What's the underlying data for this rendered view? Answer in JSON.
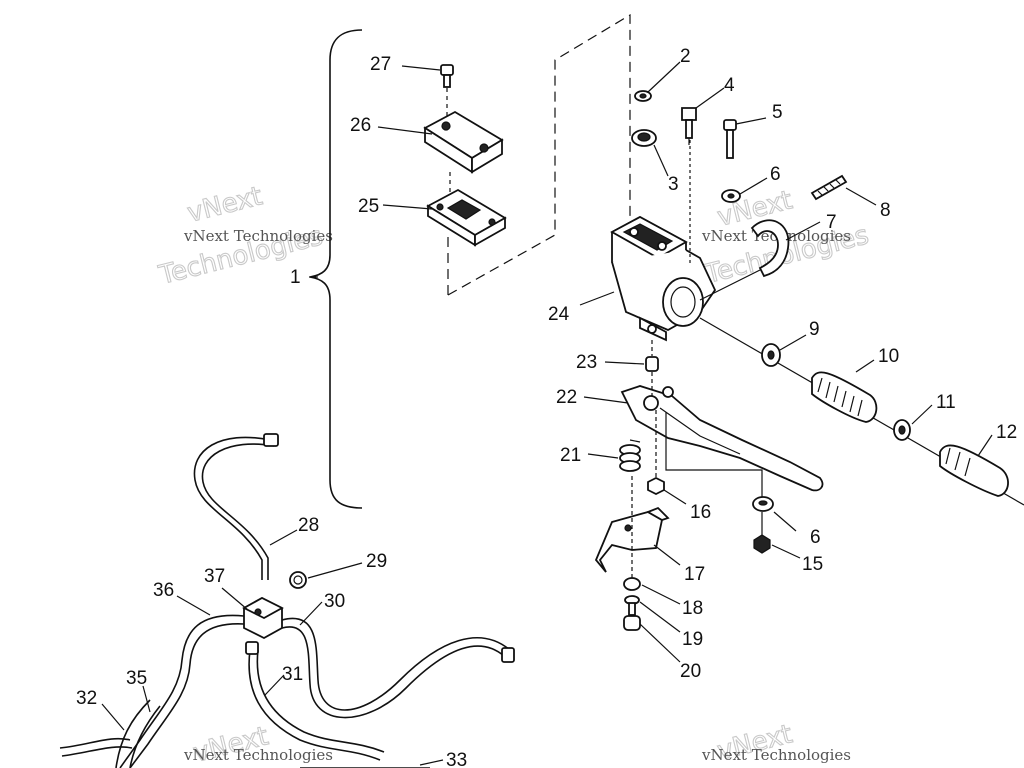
{
  "diagram": {
    "callouts": [
      {
        "id": "c1",
        "text": "1"
      },
      {
        "id": "c2",
        "text": "2"
      },
      {
        "id": "c3",
        "text": "3"
      },
      {
        "id": "c4",
        "text": "4"
      },
      {
        "id": "c5",
        "text": "5"
      },
      {
        "id": "c6a",
        "text": "6"
      },
      {
        "id": "c6b",
        "text": "6"
      },
      {
        "id": "c7",
        "text": "7"
      },
      {
        "id": "c8",
        "text": "8"
      },
      {
        "id": "c9",
        "text": "9"
      },
      {
        "id": "c10",
        "text": "10"
      },
      {
        "id": "c11",
        "text": "11"
      },
      {
        "id": "c12",
        "text": "12"
      },
      {
        "id": "c15",
        "text": "15"
      },
      {
        "id": "c16",
        "text": "16"
      },
      {
        "id": "c17",
        "text": "17"
      },
      {
        "id": "c18",
        "text": "18"
      },
      {
        "id": "c19",
        "text": "19"
      },
      {
        "id": "c20",
        "text": "20"
      },
      {
        "id": "c21",
        "text": "21"
      },
      {
        "id": "c22",
        "text": "22"
      },
      {
        "id": "c23",
        "text": "23"
      },
      {
        "id": "c24",
        "text": "24"
      },
      {
        "id": "c25",
        "text": "25"
      },
      {
        "id": "c26",
        "text": "26"
      },
      {
        "id": "c27",
        "text": "27"
      },
      {
        "id": "c28",
        "text": "28"
      },
      {
        "id": "c29",
        "text": "29"
      },
      {
        "id": "c30",
        "text": "30"
      },
      {
        "id": "c31",
        "text": "31"
      },
      {
        "id": "c32",
        "text": "32"
      },
      {
        "id": "c33",
        "text": "33"
      },
      {
        "id": "c35",
        "text": "35"
      },
      {
        "id": "c36",
        "text": "36"
      },
      {
        "id": "c37",
        "text": "37"
      }
    ]
  },
  "watermark": {
    "brand_short": "vNext",
    "brand_word": "Technologies",
    "brand_full": "vNext Technologies"
  }
}
